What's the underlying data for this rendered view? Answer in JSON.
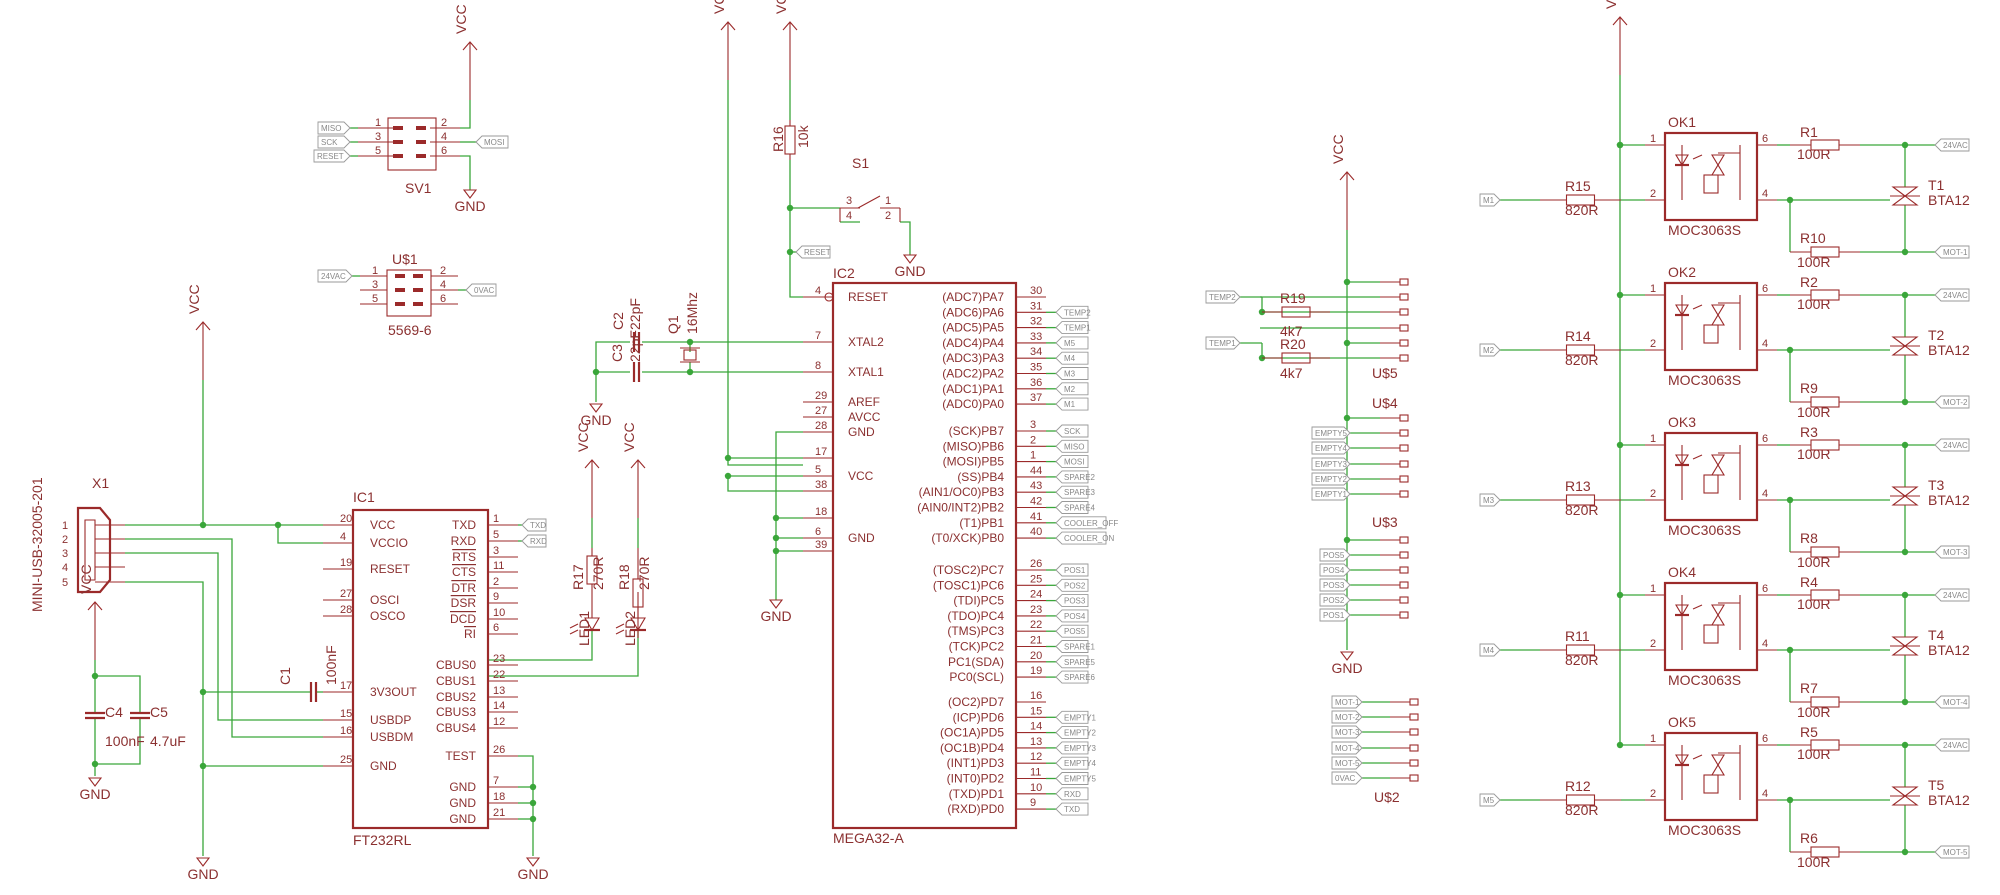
{
  "supply": {
    "vcc": "VCC",
    "gnd": "GND"
  },
  "header": {
    "sv1": "SV1",
    "u1": "U$1",
    "u1_type": "5569-6",
    "miso": "MISO",
    "sck": "SCK",
    "reset": "RESET",
    "mosi": "MOSI",
    "v24a": "24VAC",
    "v0a": "0VAC"
  },
  "usb": {
    "x1": "X1",
    "type": "MINI-USB-32005-201",
    "pins": [
      "1",
      "2",
      "3",
      "4",
      "5"
    ]
  },
  "ft": {
    "ref": "IC1",
    "type": "FT232RL",
    "left": [
      {
        "n": "20",
        "l": "VCC"
      },
      {
        "n": "4",
        "l": "VCCIO"
      },
      {
        "n": "19",
        "l": "RESET"
      },
      {
        "n": "27",
        "l": "OSCI"
      },
      {
        "n": "28",
        "l": "OSCO"
      },
      {
        "n": "17",
        "l": "3V3OUT"
      },
      {
        "n": "15",
        "l": "USBDP"
      },
      {
        "n": "16",
        "l": "USBDM"
      },
      {
        "n": "25",
        "l": "GND"
      }
    ],
    "right": [
      {
        "n": "1",
        "l": "TXD"
      },
      {
        "n": "5",
        "l": "RXD"
      },
      {
        "n": "3",
        "l": "RTS"
      },
      {
        "n": "11",
        "l": "CTS"
      },
      {
        "n": "2",
        "l": "DTR"
      },
      {
        "n": "9",
        "l": "DSR"
      },
      {
        "n": "10",
        "l": "DCD"
      },
      {
        "n": "6",
        "l": "RI"
      },
      {
        "n": "23",
        "l": "CBUS0"
      },
      {
        "n": "22",
        "l": "CBUS1"
      },
      {
        "n": "13",
        "l": "CBUS2"
      },
      {
        "n": "14",
        "l": "CBUS3"
      },
      {
        "n": "12",
        "l": "CBUS4"
      },
      {
        "n": "26",
        "l": "TEST"
      },
      {
        "n": "7",
        "l": "GND"
      },
      {
        "n": "18",
        "l": "GND"
      },
      {
        "n": "21",
        "l": "GND"
      }
    ],
    "txd": "TXD",
    "rxd": "RXD"
  },
  "caps": {
    "c1": "C1",
    "c1v": "100nF",
    "c4": "C4",
    "c4v": "100nF",
    "c5": "C5",
    "c5v": "4.7uF",
    "c2": "C2",
    "c2v": "22pF",
    "c3": "C3",
    "c3v": "22pF",
    "q1": "Q1",
    "q1v": "16Mhz"
  },
  "leds": {
    "r17": "R17",
    "r17v": "270R",
    "r18": "R18",
    "r18v": "270R",
    "led1": "LED1",
    "led2": "LED2"
  },
  "mcu": {
    "ref": "IC2",
    "type": "MEGA32-A",
    "r16": "R16",
    "r16v": "10k",
    "s1": "S1",
    "s1pins": [
      "3",
      "4",
      "1",
      "2"
    ],
    "left": [
      {
        "n": "4",
        "l": "RESET"
      },
      {
        "n": "7",
        "l": "XTAL2"
      },
      {
        "n": "8",
        "l": "XTAL1"
      },
      {
        "n": "29",
        "l": "AREF"
      },
      {
        "n": "27",
        "l": "AVCC"
      },
      {
        "n": "28",
        "l": "GND"
      },
      {
        "n": "17",
        "l": ""
      },
      {
        "n": "5",
        "l": "VCC"
      },
      {
        "n": "38",
        "l": ""
      },
      {
        "n": "18",
        "l": ""
      },
      {
        "n": "6",
        "l": "GND"
      },
      {
        "n": "39",
        "l": ""
      }
    ],
    "right": [
      {
        "n": "30",
        "l": "(ADC7)PA7",
        "t": ""
      },
      {
        "n": "31",
        "l": "(ADC6)PA6",
        "t": "TEMP2"
      },
      {
        "n": "32",
        "l": "(ADC5)PA5",
        "t": "TEMP1"
      },
      {
        "n": "33",
        "l": "(ADC4)PA4",
        "t": "M5"
      },
      {
        "n": "34",
        "l": "(ADC3)PA3",
        "t": "M4"
      },
      {
        "n": "35",
        "l": "(ADC2)PA2",
        "t": "M3"
      },
      {
        "n": "36",
        "l": "(ADC1)PA1",
        "t": "M2"
      },
      {
        "n": "37",
        "l": "(ADC0)PA0",
        "t": "M1"
      },
      {
        "n": "3",
        "l": "(SCK)PB7",
        "t": "SCK"
      },
      {
        "n": "2",
        "l": "(MISO)PB6",
        "t": "MISO"
      },
      {
        "n": "1",
        "l": "(MOSI)PB5",
        "t": "MOSI"
      },
      {
        "n": "44",
        "l": "(SS)PB4",
        "t": "SPARE2"
      },
      {
        "n": "43",
        "l": "(AIN1/OC0)PB3",
        "t": "SPARE3"
      },
      {
        "n": "42",
        "l": "(AIN0/INT2)PB2",
        "t": "SPARE4"
      },
      {
        "n": "41",
        "l": "(T1)PB1",
        "t": "COOLER_OFF"
      },
      {
        "n": "40",
        "l": "(T0/XCK)PB0",
        "t": "COOLER_ON"
      },
      {
        "n": "26",
        "l": "(TOSC2)PC7",
        "t": "POS1"
      },
      {
        "n": "25",
        "l": "(TOSC1)PC6",
        "t": "POS2"
      },
      {
        "n": "24",
        "l": "(TDI)PC5",
        "t": "POS3"
      },
      {
        "n": "23",
        "l": "(TDO)PC4",
        "t": "POS4"
      },
      {
        "n": "22",
        "l": "(TMS)PC3",
        "t": "POS5"
      },
      {
        "n": "21",
        "l": "(TCK)PC2",
        "t": "SPARE1"
      },
      {
        "n": "20",
        "l": "PC1(SDA)",
        "t": "SPARE5"
      },
      {
        "n": "19",
        "l": "PC0(SCL)",
        "t": "SPARE6"
      },
      {
        "n": "16",
        "l": "(OC2)PD7",
        "t": ""
      },
      {
        "n": "15",
        "l": "(ICP)PD6",
        "t": "EMPTY1"
      },
      {
        "n": "14",
        "l": "(OC1A)PD5",
        "t": "EMPTY2"
      },
      {
        "n": "13",
        "l": "(OC1B)PD4",
        "t": "EMPTY3"
      },
      {
        "n": "12",
        "l": "(INT1)PD3",
        "t": "EMPTY4"
      },
      {
        "n": "11",
        "l": "(INT0)PD2",
        "t": "EMPTY5"
      },
      {
        "n": "10",
        "l": "(TXD)PD1",
        "t": "RXD"
      },
      {
        "n": "9",
        "l": "(RXD)PD0",
        "t": "TXD"
      }
    ]
  },
  "conns": {
    "r19": "R19",
    "r19v": "4k7",
    "r20": "R20",
    "r20v": "4k7",
    "temp2": "TEMP2",
    "temp1": "TEMP1",
    "u5": "U$5",
    "u4": "U$4",
    "u3": "U$3",
    "u2": "U$2",
    "u4labels": [
      "EMPTY5",
      "EMPTY4",
      "EMPTY3",
      "EMPTY2",
      "EMPTY1"
    ],
    "u3labels": [
      "POS5",
      "POS4",
      "POS3",
      "POS2",
      "POS1"
    ],
    "u2labels": [
      "MOT-1",
      "MOT-2",
      "MOT-3",
      "MOT-4",
      "MOT-5",
      "0VAC"
    ]
  },
  "outs": {
    "okType": "MOC3063S",
    "triacType": "BTA12",
    "v24": "24VAC",
    "ok_pins": [
      "1",
      "2",
      "6",
      "4"
    ],
    "rowVal": "100R",
    "inVal": "820R",
    "rows": [
      {
        "ok": "OK1",
        "rt": "R1",
        "rin": "R15",
        "rb": "R10",
        "t": "T1",
        "m": "M1",
        "mot": "MOT-1"
      },
      {
        "ok": "OK2",
        "rt": "R2",
        "rin": "R14",
        "rb": "R9",
        "t": "T2",
        "m": "M2",
        "mot": "MOT-2"
      },
      {
        "ok": "OK3",
        "rt": "R3",
        "rin": "R13",
        "rb": "R8",
        "t": "T3",
        "m": "M3",
        "mot": "MOT-3"
      },
      {
        "ok": "OK4",
        "rt": "R4",
        "rin": "R11",
        "rb": "R7",
        "t": "T4",
        "m": "M4",
        "mot": "MOT-4"
      },
      {
        "ok": "OK5",
        "rt": "R5",
        "rin": "R12",
        "rb": "R6",
        "t": "T5",
        "m": "M5",
        "mot": "MOT-5"
      }
    ]
  }
}
